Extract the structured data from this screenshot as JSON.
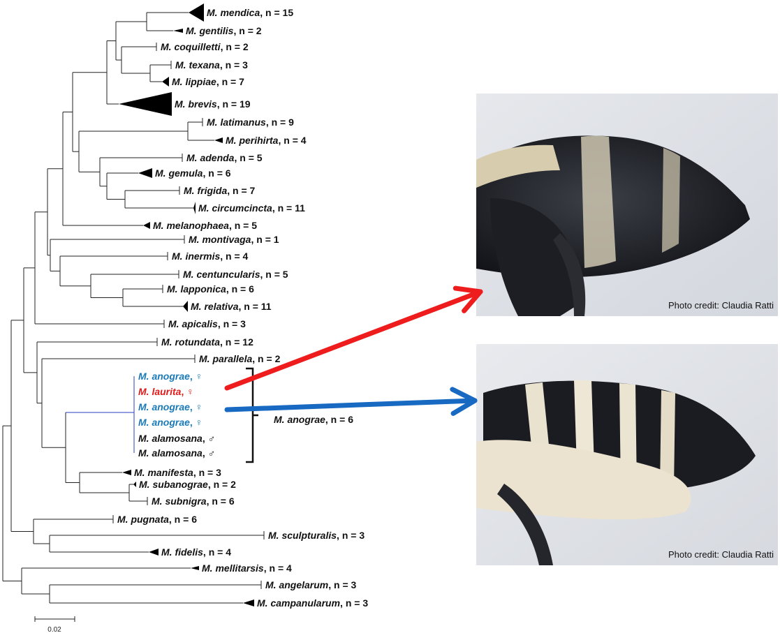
{
  "tree": {
    "taxa": [
      {
        "id": "mendica",
        "genus": "M.",
        "species": "mendica",
        "suffix": ", n = 15"
      },
      {
        "id": "gentilis",
        "genus": "M.",
        "species": "gentilis",
        "suffix": ", n = 2"
      },
      {
        "id": "coquilletti",
        "genus": "M.",
        "species": "coquilletti",
        "suffix": ", n = 2"
      },
      {
        "id": "texana",
        "genus": "M.",
        "species": "texana",
        "suffix": ", n = 3"
      },
      {
        "id": "lippiae",
        "genus": "M.",
        "species": "lippiae",
        "suffix": ", n = 7"
      },
      {
        "id": "brevis",
        "genus": "M.",
        "species": "brevis",
        "suffix": ", n = 19"
      },
      {
        "id": "latimanus",
        "genus": "M.",
        "species": "latimanus",
        "suffix": ", n = 9"
      },
      {
        "id": "perihirta",
        "genus": "M.",
        "species": "perihirta",
        "suffix": ", n = 4"
      },
      {
        "id": "adenda",
        "genus": "M.",
        "species": "adenda",
        "suffix": ", n = 5"
      },
      {
        "id": "gemula",
        "genus": "M.",
        "species": "gemula",
        "suffix": ", n = 6"
      },
      {
        "id": "frigida",
        "genus": "M.",
        "species": "frigida",
        "suffix": ", n = 7"
      },
      {
        "id": "circumcincta",
        "genus": "M.",
        "species": "circumcincta",
        "suffix": ", n = 11"
      },
      {
        "id": "melanophaea",
        "genus": "M.",
        "species": "melanophaea",
        "suffix": ", n = 5"
      },
      {
        "id": "montivaga",
        "genus": "M.",
        "species": "montivaga",
        "suffix": ", n = 1"
      },
      {
        "id": "inermis",
        "genus": "M.",
        "species": "inermis",
        "suffix": ", n = 4"
      },
      {
        "id": "centuncularis",
        "genus": "M.",
        "species": "centuncularis",
        "suffix": ", n = 5"
      },
      {
        "id": "lapponica",
        "genus": "M.",
        "species": "lapponica",
        "suffix": ", n = 6"
      },
      {
        "id": "relativa",
        "genus": "M.",
        "species": "relativa",
        "suffix": ", n = 11"
      },
      {
        "id": "apicalis",
        "genus": "M.",
        "species": "apicalis",
        "suffix": ", n = 3"
      },
      {
        "id": "rotundata",
        "genus": "M.",
        "species": "rotundata",
        "suffix": ", n = 12"
      },
      {
        "id": "parallela",
        "genus": "M.",
        "species": "parallela",
        "suffix": ", n = 2"
      },
      {
        "id": "anograe1",
        "genus": "M.",
        "species": "anograe",
        "suffix": ", ♀",
        "color": "#1a7ab8"
      },
      {
        "id": "laurita",
        "genus": "M.",
        "species": "laurita",
        "suffix": ", ♀",
        "color": "#e01b1b"
      },
      {
        "id": "anograe2",
        "genus": "M.",
        "species": "anograe",
        "suffix": ", ♀",
        "color": "#1a7ab8"
      },
      {
        "id": "anograe3",
        "genus": "M.",
        "species": "anograe",
        "suffix": ", ♀",
        "color": "#1a7ab8"
      },
      {
        "id": "alamosana1",
        "genus": "M.",
        "species": "alamosana",
        "suffix": ", ♂"
      },
      {
        "id": "alamosana2",
        "genus": "M.",
        "species": "alamosana",
        "suffix": ", ♂"
      },
      {
        "id": "manifesta",
        "genus": "M.",
        "species": "manifesta",
        "suffix": ", n = 3"
      },
      {
        "id": "subanograe",
        "genus": "M.",
        "species": "subanograe",
        "suffix": ", n = 2"
      },
      {
        "id": "subnigra",
        "genus": "M.",
        "species": "subnigra",
        "suffix": ", n = 6"
      },
      {
        "id": "pugnata",
        "genus": "M.",
        "species": "pugnata",
        "suffix": ", n = 6"
      },
      {
        "id": "sculpturalis",
        "genus": "M.",
        "species": "sculpturalis",
        "suffix": ", n = 3"
      },
      {
        "id": "fidelis",
        "genus": "M.",
        "species": "fidelis",
        "suffix": ", n = 4"
      },
      {
        "id": "mellitarsis",
        "genus": "M.",
        "species": "mellitarsis",
        "suffix": ", n = 4"
      },
      {
        "id": "angelarum",
        "genus": "M.",
        "species": "angelarum",
        "suffix": ", n = 3"
      },
      {
        "id": "campanularum",
        "genus": "M.",
        "species": "campanularum",
        "suffix": ", n = 3"
      }
    ],
    "group_bracket_label": {
      "genus": "M.",
      "species": "anograe",
      "suffix": ", n = 6"
    },
    "scale_bar_label": "0.02",
    "colors": {
      "branch": "#222222",
      "anograe_clade": "#2a3fc0",
      "arrow_red": "#ee1c1c",
      "arrow_blue": "#1769c2"
    }
  },
  "photos": [
    {
      "id": "photo-laurita",
      "credit": "Photo credit: Claudia Ratti",
      "banding": "dark"
    },
    {
      "id": "photo-anograe",
      "credit": "Photo credit: Claudia Ratti",
      "banding": "pale"
    }
  ]
}
